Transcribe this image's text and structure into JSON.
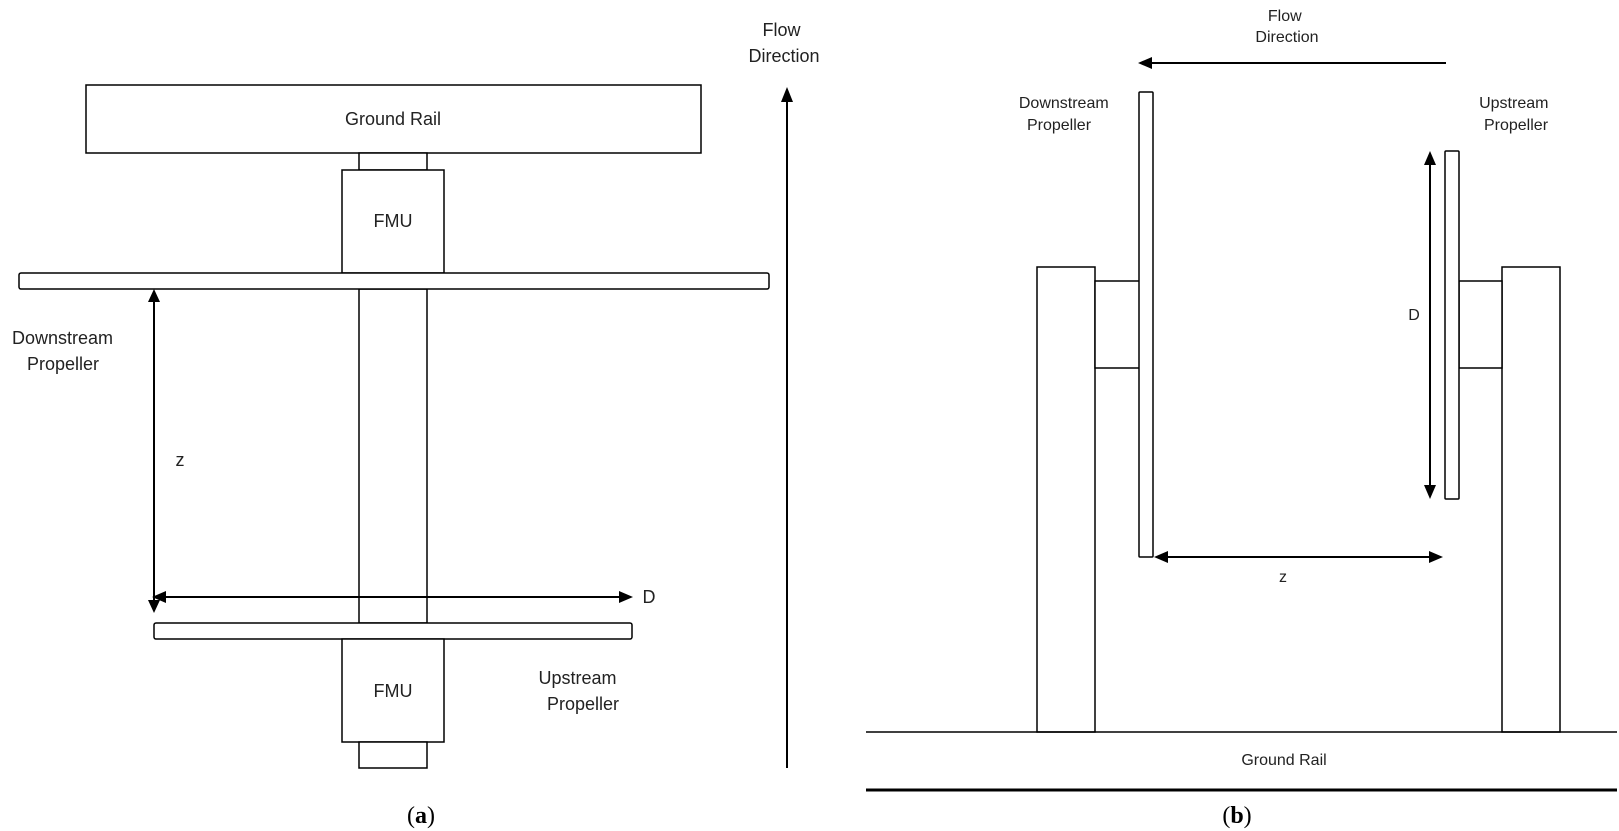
{
  "panel_a": {
    "ground_rail": "Ground Rail",
    "fmu_top": "FMU",
    "fmu_bottom": "FMU",
    "downstream_propeller": [
      "Downstream",
      "Propeller"
    ],
    "upstream_propeller": [
      "Upstream",
      "Propeller"
    ],
    "flow_direction": [
      "Flow",
      "Direction"
    ],
    "z_label": "z",
    "d_label": "D",
    "caption": {
      "open": "(",
      "letter": "a",
      "close": ")"
    }
  },
  "panel_b": {
    "flow_direction": [
      "Flow",
      "Direction"
    ],
    "downstream_propeller": [
      "Downstream",
      "Propeller"
    ],
    "upstream_propeller": [
      "Upstream",
      "Propeller"
    ],
    "d_label": "D",
    "z_label": "z",
    "ground_rail": "Ground Rail",
    "caption": {
      "open": "(",
      "letter": "b",
      "close": ")"
    }
  }
}
